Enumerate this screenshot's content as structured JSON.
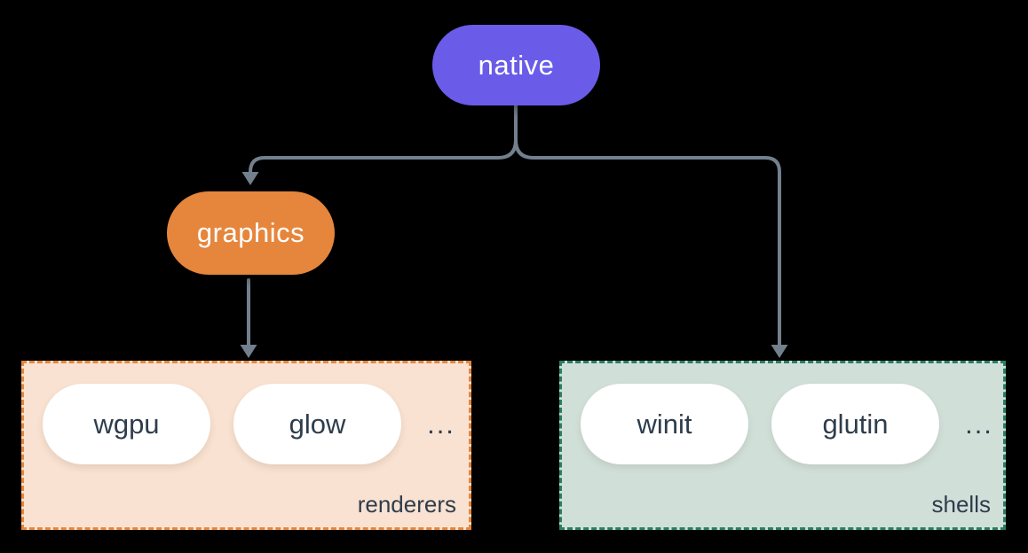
{
  "diagram": {
    "root": {
      "label": "native",
      "color": "#6a5ce8"
    },
    "nodes": {
      "graphics": {
        "label": "graphics",
        "color": "#e5863c"
      }
    },
    "groups": [
      {
        "label": "renderers",
        "items": [
          "wgpu",
          "glow",
          "..."
        ],
        "fill_color": "#f9e2d1",
        "border_color": "#e5863c"
      },
      {
        "label": "shells",
        "items": [
          "winit",
          "glutin",
          "..."
        ],
        "fill_color": "#d0e0d9",
        "border_color": "#2b7d63"
      }
    ],
    "colors": {
      "background": "#000000",
      "edge": "#72808e",
      "leaf_fill": "#ffffff",
      "text": "#2e3d4c",
      "node_text": "#ffffff"
    }
  }
}
